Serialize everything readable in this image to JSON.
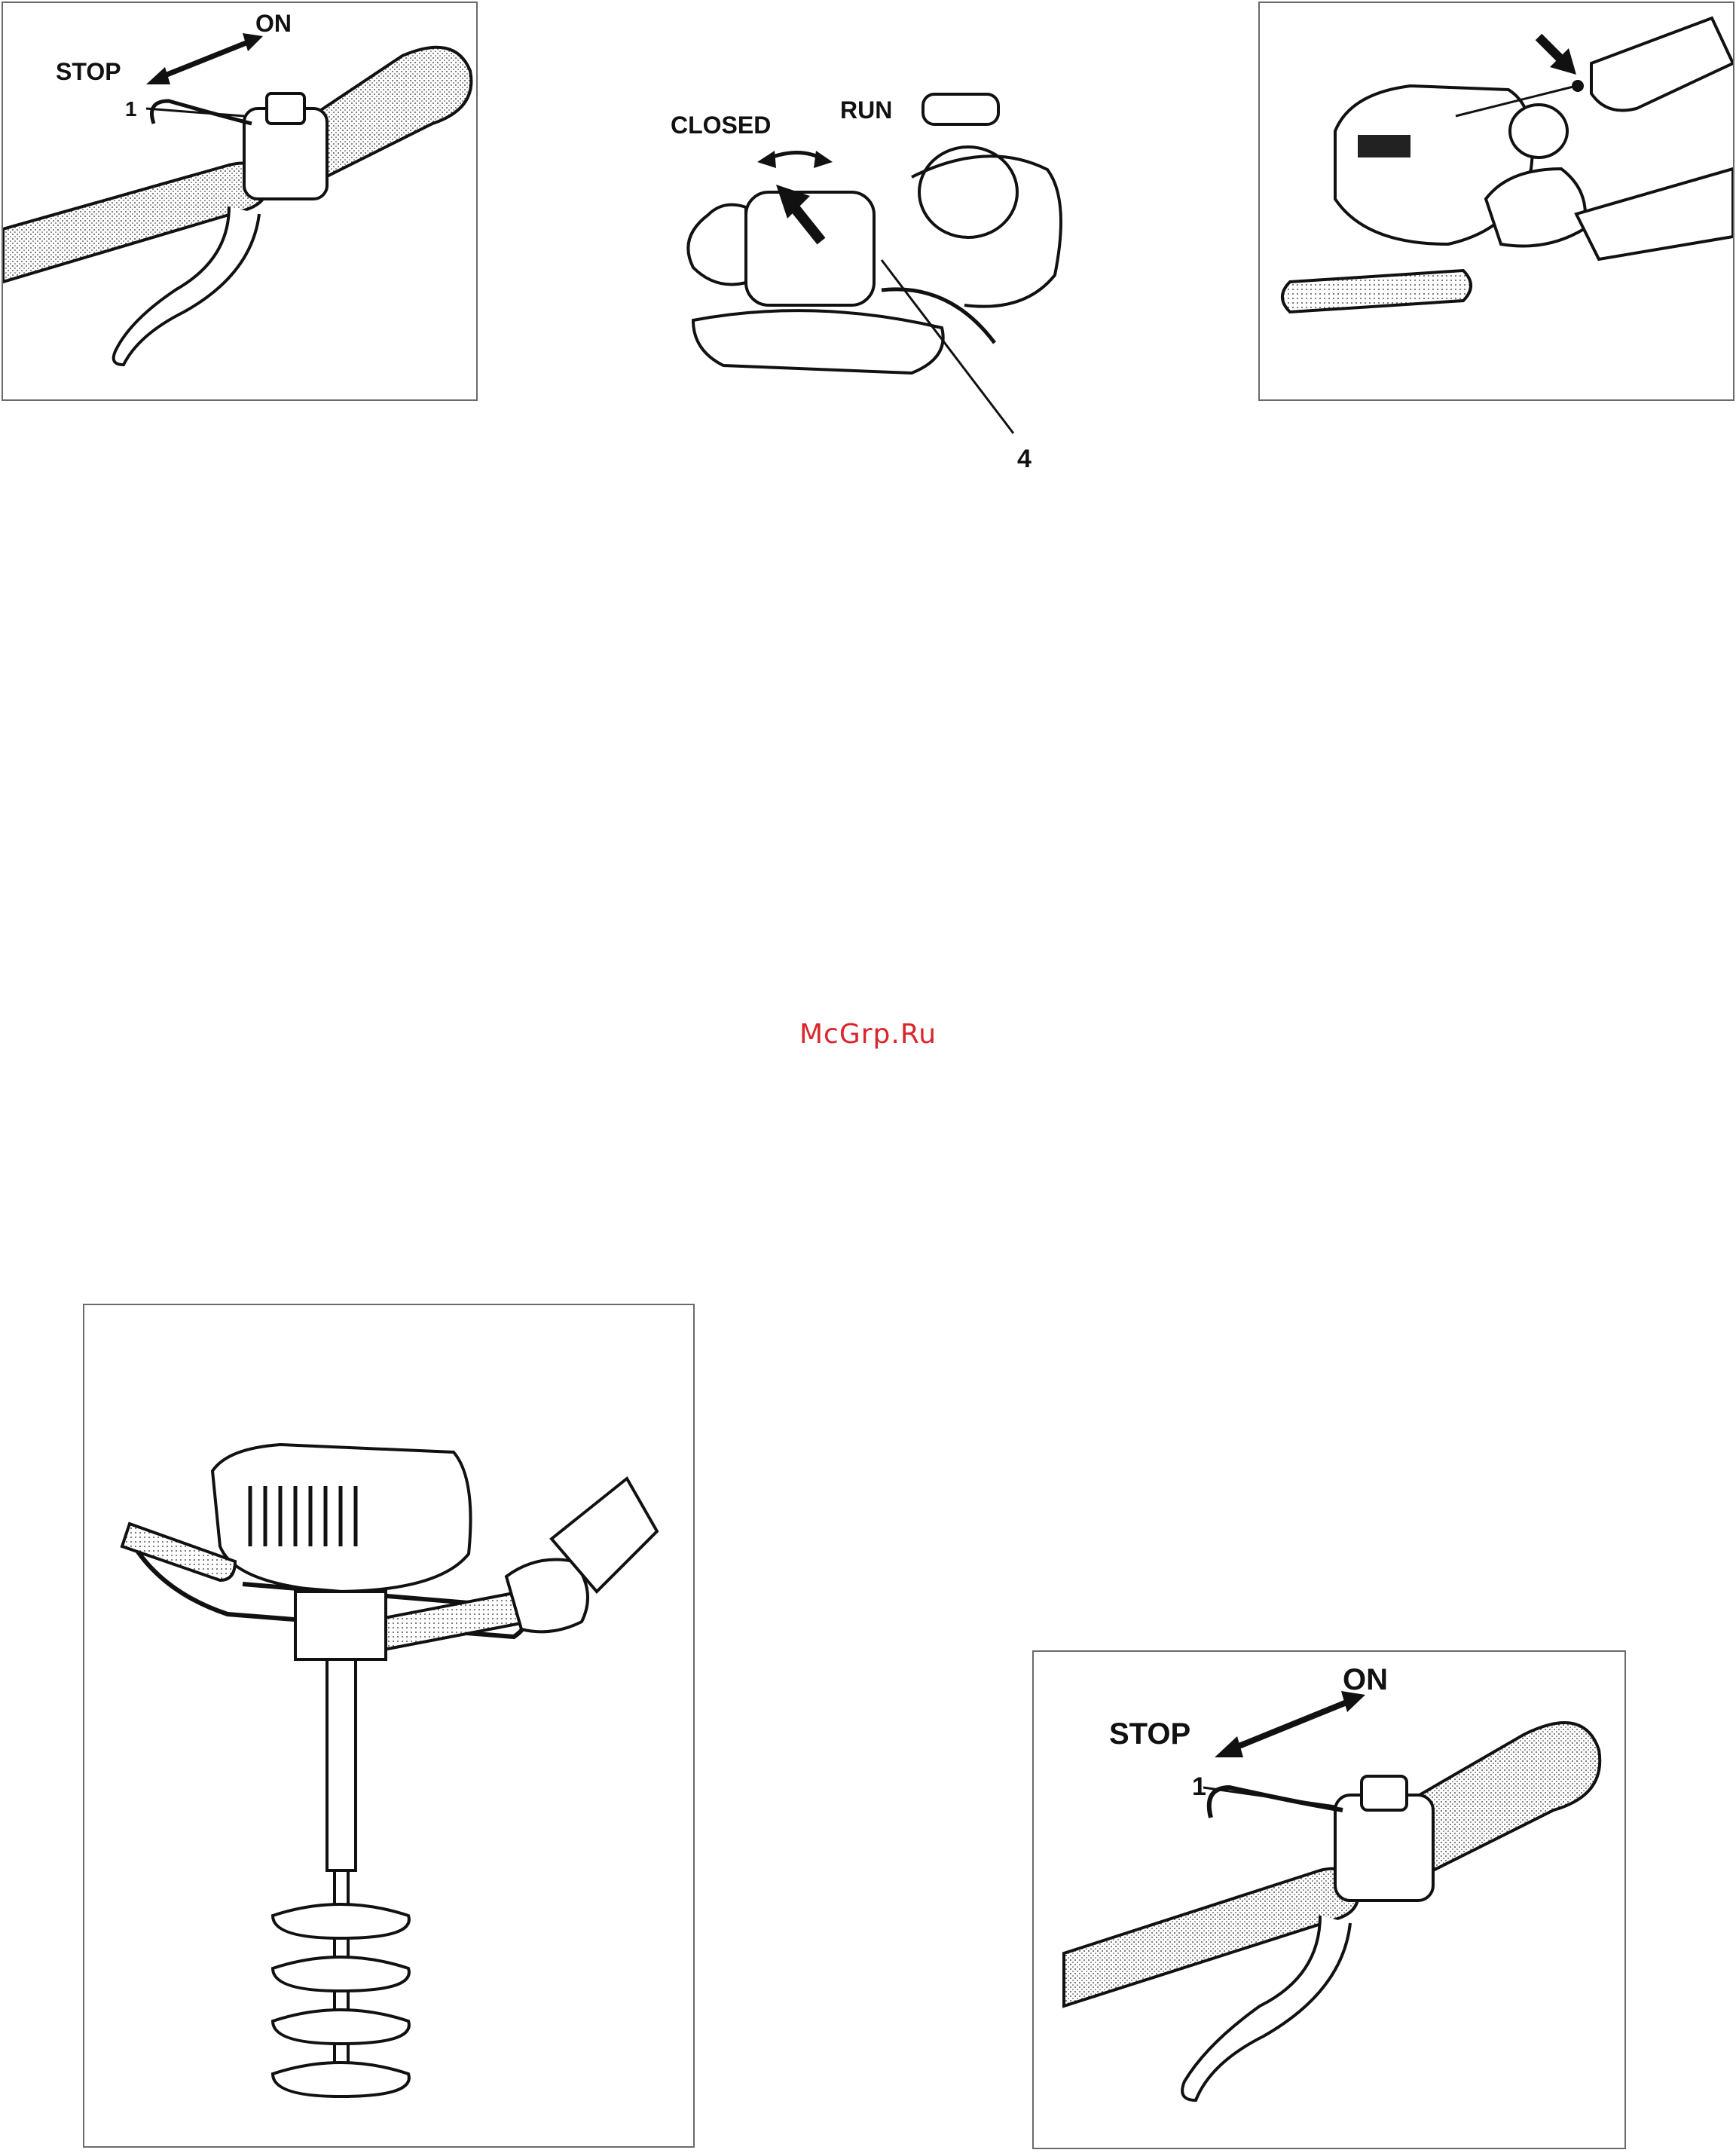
{
  "figures": {
    "switch_small": {
      "label_on": "ON",
      "label_stop": "STOP",
      "label_num": "1"
    },
    "fuel": {
      "label_closed": "CLOSED",
      "label_run": "RUN",
      "label_num": "4"
    },
    "switch_large": {
      "label_on": "ON",
      "label_stop": "STOP",
      "label_num": "1"
    }
  },
  "watermark": "McGrp.Ru",
  "colors": {
    "line": "#111111",
    "frame": "#6b6b6b",
    "watermark": "#d9262c"
  }
}
